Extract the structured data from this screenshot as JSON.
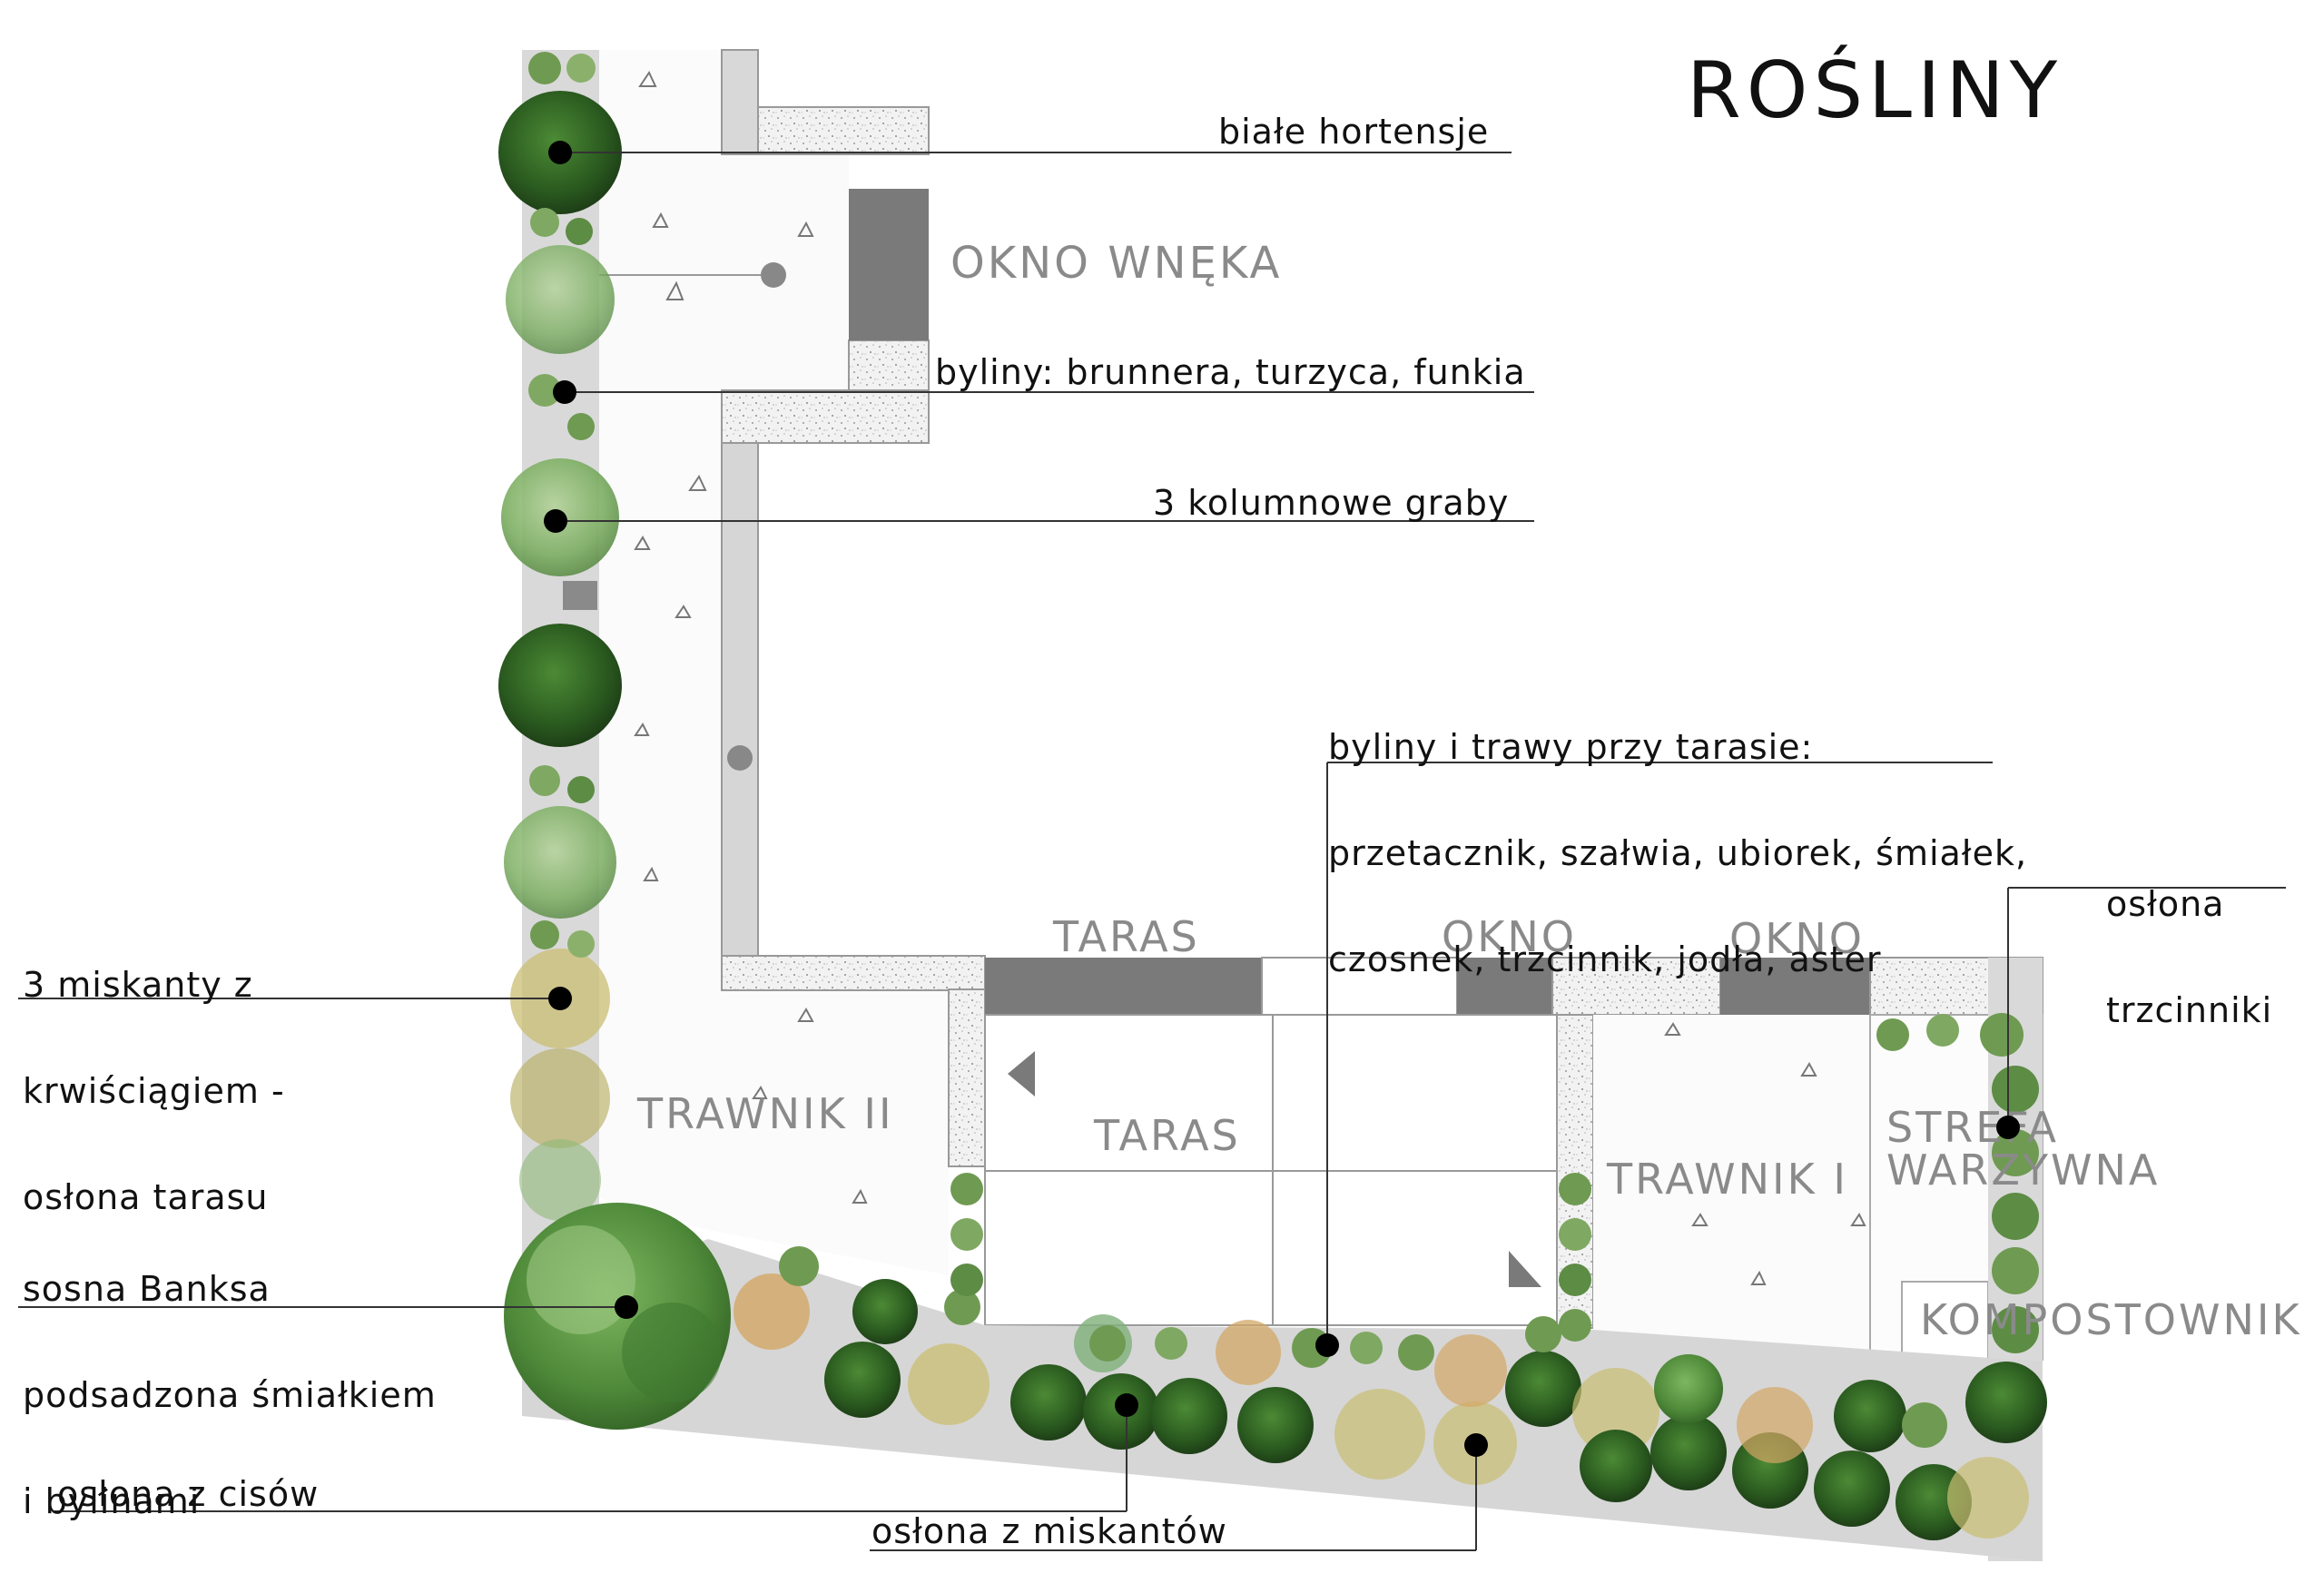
{
  "title": "ROŚLINY",
  "zones": {
    "okno_wneka": "OKNO WNĘKA",
    "taras_top": "TARAS",
    "okno_1": "OKNO",
    "okno_2": "OKNO",
    "trawnik_2": "TRAWNIK II",
    "taras_center": "TARAS",
    "trawnik_1": "TRAWNIK I",
    "strefa_1": "STREFA",
    "strefa_2": "WARZYWNA",
    "kompostownik": "KOMPOSTOWNIK"
  },
  "annotations": {
    "hortensje": "białe hortensje",
    "byliny_top": "byliny: brunnera, turzyca, funkia",
    "graby": "3 kolumnowe graby",
    "byliny_taras": [
      "byliny i trawy przy tarasie:",
      "przetacznik, szałwia, ubiorek, śmiałek,",
      "czosnek, trzcinnik, jodła, aster"
    ],
    "oslona_trzcinniki": [
      "osłona",
      "trzcinniki"
    ],
    "miskanty_krwisciag": [
      "3 miskanty z",
      "krwiściągiem -",
      "osłona tarasu"
    ],
    "sosna": [
      "sosna Banksa",
      "podsadzona śmiałkiem",
      "i bylinami"
    ],
    "cisy": "osłona z cisów",
    "miskanty": "osłona z miskantów"
  },
  "colors": {
    "wall": "#7a7a7a",
    "gravel": "#eeeeee",
    "path": "#dcdcdc",
    "dark_green": "#2f5a22",
    "mid_green": "#4f8a3a",
    "light_green": "#8fb978",
    "ornamental_grass": "#c4b46a",
    "text": "#111111"
  }
}
